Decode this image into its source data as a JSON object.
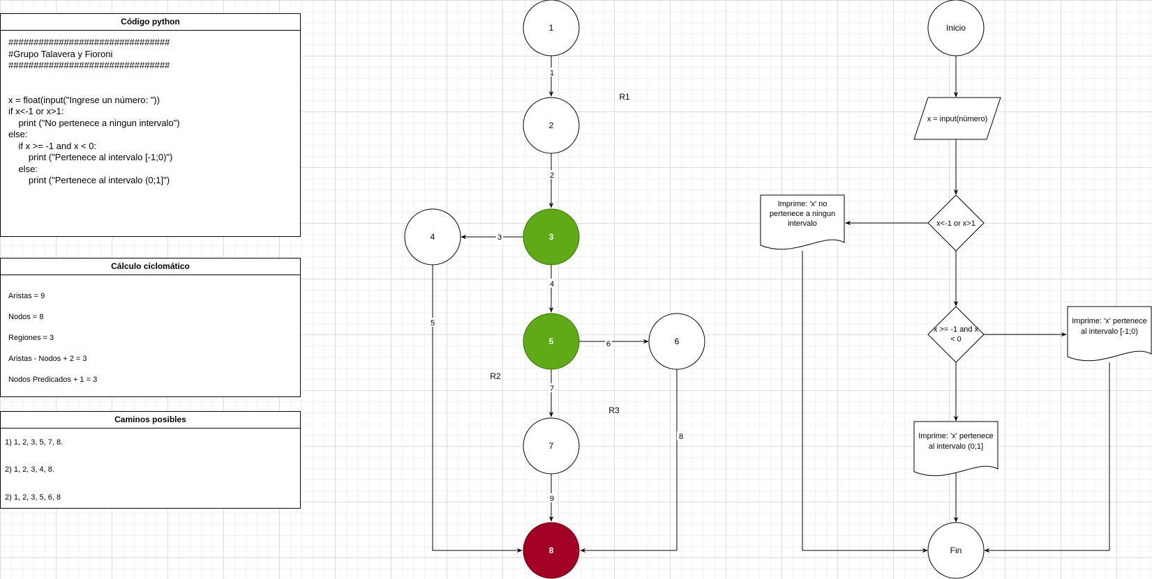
{
  "code_panel": {
    "title": "Código python",
    "lines": [
      "################################",
      "#Grupo Talavera y Fioroni",
      "################################",
      "",
      "",
      "x = float(input(\"Ingrese un número: \"))",
      "if x<-1 or x>1:",
      "    print (\"No pertenece a ningun intervalo\")",
      "else:",
      "    if x >= -1 and x < 0:",
      "        print (\"Pertenece al intervalo [-1;0)\")",
      "    else:",
      "        print (\"Pertenece al intervalo (0;1]\")"
    ]
  },
  "calc_panel": {
    "title": "Cálculo ciclomático",
    "lines": [
      "Aristas = 9",
      "Nodos = 8",
      "Regiones = 3",
      "Aristas - Nodos + 2 = 3",
      "Nodos Predicados + 1 = 3"
    ]
  },
  "paths_panel": {
    "title": "Caminos posibles",
    "lines": [
      "1) 1, 2, 3, 5, 7, 8.",
      "2) 1, 2, 3, 4, 8.",
      "2) 1, 2, 3, 5, 6, 8"
    ]
  },
  "flow_graph": {
    "nodes": {
      "n1": "1",
      "n2": "2",
      "n3": "3",
      "n4": "4",
      "n5": "5",
      "n6": "6",
      "n7": "7",
      "n8": "8"
    },
    "edges": {
      "e1": "1",
      "e2": "2",
      "e3": "3",
      "e4": "4",
      "e5": "5",
      "e6": "6",
      "e7": "7",
      "e8": "8",
      "e9": "9"
    },
    "regions": {
      "r1": "R1",
      "r2": "R2",
      "r3": "R3"
    },
    "colors": {
      "predicate": "#60a917",
      "end": "#a20025",
      "default": "#ffffff"
    }
  },
  "flowchart": {
    "start": "Inicio",
    "input": "x = input(número)",
    "decision1": "x<-1 or x>1",
    "decision2_line1": "x >= -1 and x",
    "decision2_line2": "< 0",
    "out_none_line1": "Imprime: 'x' no",
    "out_none_line2": "pertenece a ningun",
    "out_none_line3": "intervalo",
    "out_neg_line1": "Imprime: 'x' pertenece",
    "out_neg_line2": "al intervalo [-1;0)",
    "out_pos_line1": "Imprime: 'x' pertenece",
    "out_pos_line2": "al intervalo (0;1]",
    "end": "Fin"
  }
}
